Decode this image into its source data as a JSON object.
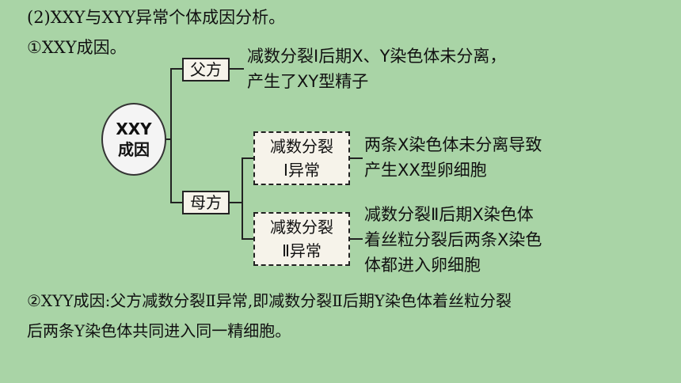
{
  "intro": {
    "title": "(2)XXY与XYY异常个体成因分析。",
    "xxy_heading": "①XXY成因。"
  },
  "diagram": {
    "root": {
      "line1": "XXY",
      "line2": "成因"
    },
    "father": {
      "label": "父方",
      "desc_line1": "减数分裂Ⅰ后期X、Y染色体未分离，",
      "desc_line2": "产生了XY型精子"
    },
    "mother": {
      "label": "母方",
      "meiosis1": {
        "line1": "减数分裂",
        "line2": "Ⅰ异常",
        "desc_line1": "两条X染色体未分离导致",
        "desc_line2": "产生XX型卵细胞"
      },
      "meiosis2": {
        "line1": "减数分裂",
        "line2": "Ⅱ异常",
        "desc_line1": "减数分裂Ⅱ后期X染色体",
        "desc_line2": "着丝粒分裂后两条X染色",
        "desc_line3": "体都进入卵细胞"
      }
    }
  },
  "xyy": {
    "line1": "②XYY成因:父方减数分裂Ⅱ异常,即减数分裂Ⅱ后期Y染色体着丝粒分裂",
    "line2": "后两条Y染色体共同进入同一精细胞。"
  }
}
